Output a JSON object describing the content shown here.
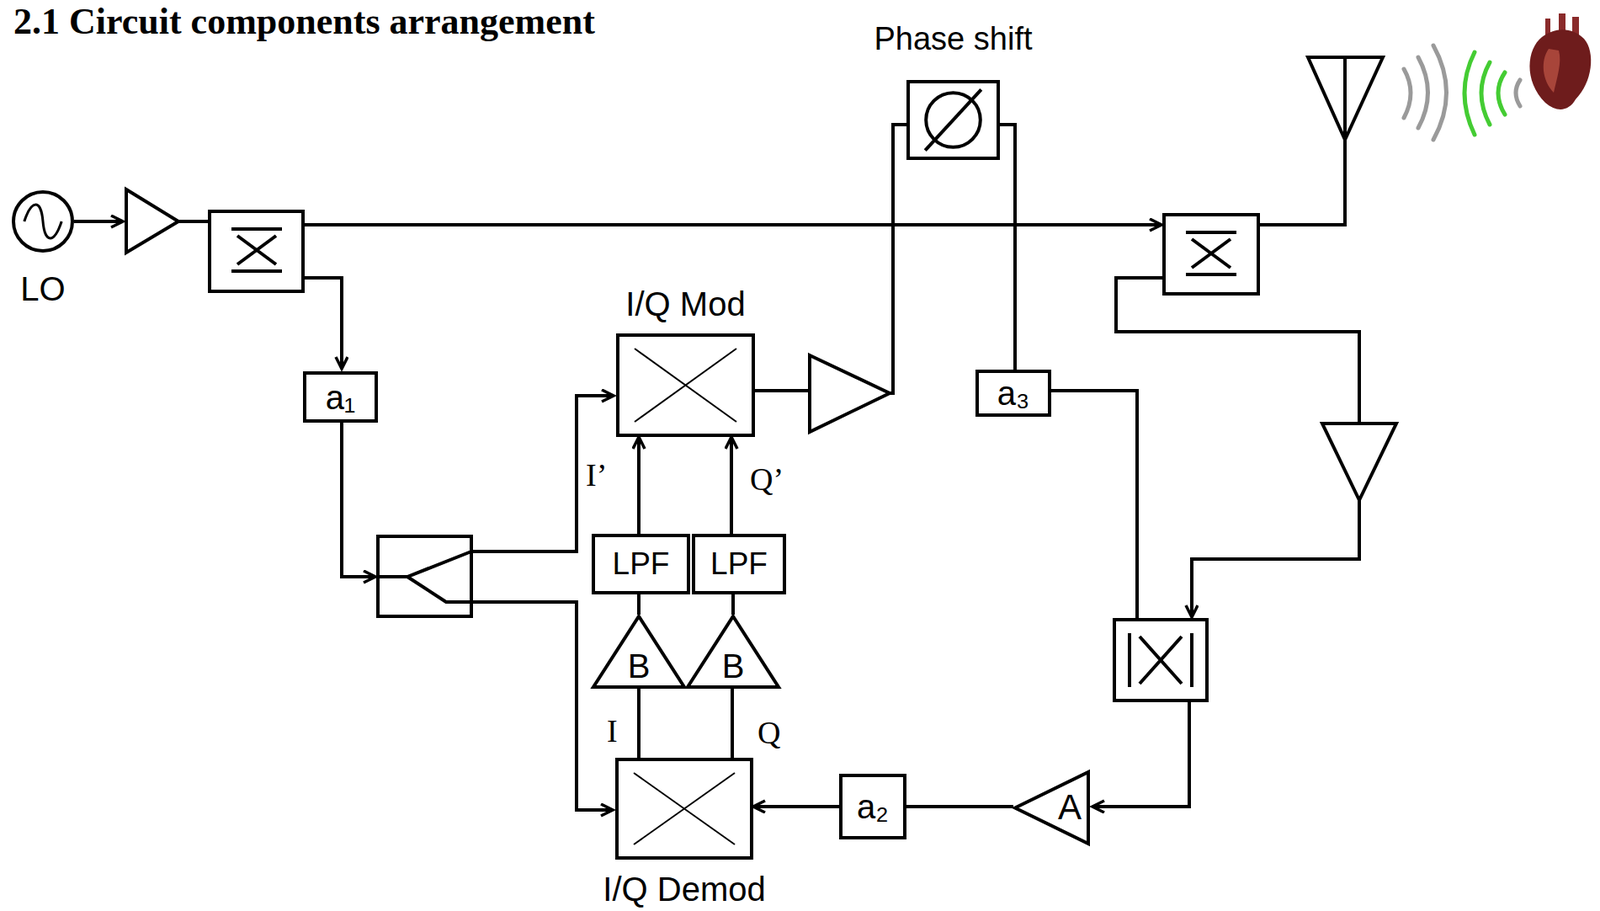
{
  "diagram": {
    "title": "2.1 Circuit components arrangement",
    "nodes": [
      {
        "text": [
          "LO"
        ]
      },
      {
        "text": [
          "Phase shift"
        ]
      },
      {
        "text": [
          "a₁"
        ]
      },
      {
        "text": [
          "I/Q Mod"
        ]
      },
      {
        "text": [
          "a₃"
        ]
      },
      {
        "text": [
          "LPF"
        ]
      },
      {
        "text": [
          "LPF"
        ]
      },
      {
        "text": [
          "B"
        ]
      },
      {
        "text": [
          "B"
        ]
      },
      {
        "text": [
          "A"
        ]
      },
      {
        "text": [
          "a₂"
        ]
      },
      {
        "text": [
          "I/Q Demod"
        ]
      }
    ],
    "edges": [
      {
        "from": 5,
        "to": 3,
        "arrow": "to"
      },
      {
        "from": 6,
        "to": 3,
        "arrow": "to"
      },
      {
        "from": 7,
        "to": 5,
        "arrow": "none"
      },
      {
        "from": 8,
        "to": 6,
        "arrow": "none"
      },
      {
        "from": 11,
        "to": 7,
        "arrow": "none"
      },
      {
        "from": 11,
        "to": 8,
        "arrow": "none"
      },
      {
        "from": 9,
        "to": 10,
        "arrow": "none"
      },
      {
        "from": 10,
        "to": 11,
        "arrow": "to"
      },
      {
        "from": 1,
        "to": 4,
        "arrow": "none"
      }
    ],
    "labels": [
      "I’",
      "Q’",
      "I",
      "Q"
    ]
  }
}
